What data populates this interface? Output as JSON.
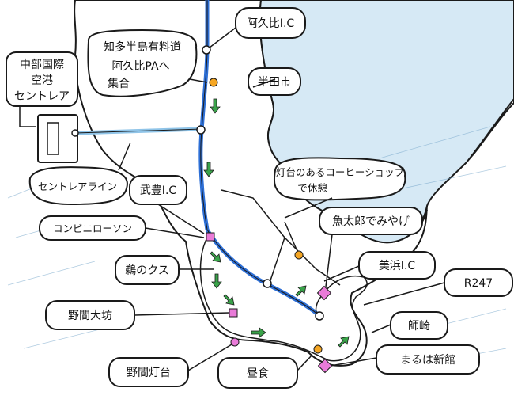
{
  "map": {
    "colors": {
      "sea": "#d6e9f5",
      "sea_stroke": "#7aa9cc",
      "land": "#ffffff",
      "outline": "#1a1a1a",
      "road": "#2d6fd6",
      "road_light": "#8fc4e8",
      "arrow": "#3aa34a",
      "orange_marker": "#f5a623",
      "pink_marker": "#e97bd8"
    },
    "labels": {
      "aguhi_ic": "阿久比I.C",
      "chita_toll": "知多半島有料道",
      "aguhi_pa_1": "阿久比PAへ",
      "aguhi_pa_2": "集合",
      "chubu_1": "中部国際",
      "chubu_2": "空港",
      "chubu_3": "セントレア",
      "handa": "半田市",
      "coffee_1": "灯台のあるコーヒーショップ",
      "coffee_2": "で休憩",
      "centrair_line": "セントレアライン",
      "taketoyo_ic": "武豊I.C",
      "uotaro": "魚太郎でみやげ",
      "conbini": "コンビニローソン",
      "minamichita_ic": "美浜I.C",
      "ujiza": "鵜のクス",
      "r247": "R247",
      "noma_obo": "野間大坊",
      "morozaki": "師崎",
      "maruha": "まるは新館",
      "noma_toudai": "野間灯台",
      "mihama_chusyoku": "昼食"
    },
    "icons": {
      "orange_markers": "orange-circle-icon",
      "pink_markers": "pink-square-icon",
      "arrows": "green-arrow-icon"
    }
  }
}
